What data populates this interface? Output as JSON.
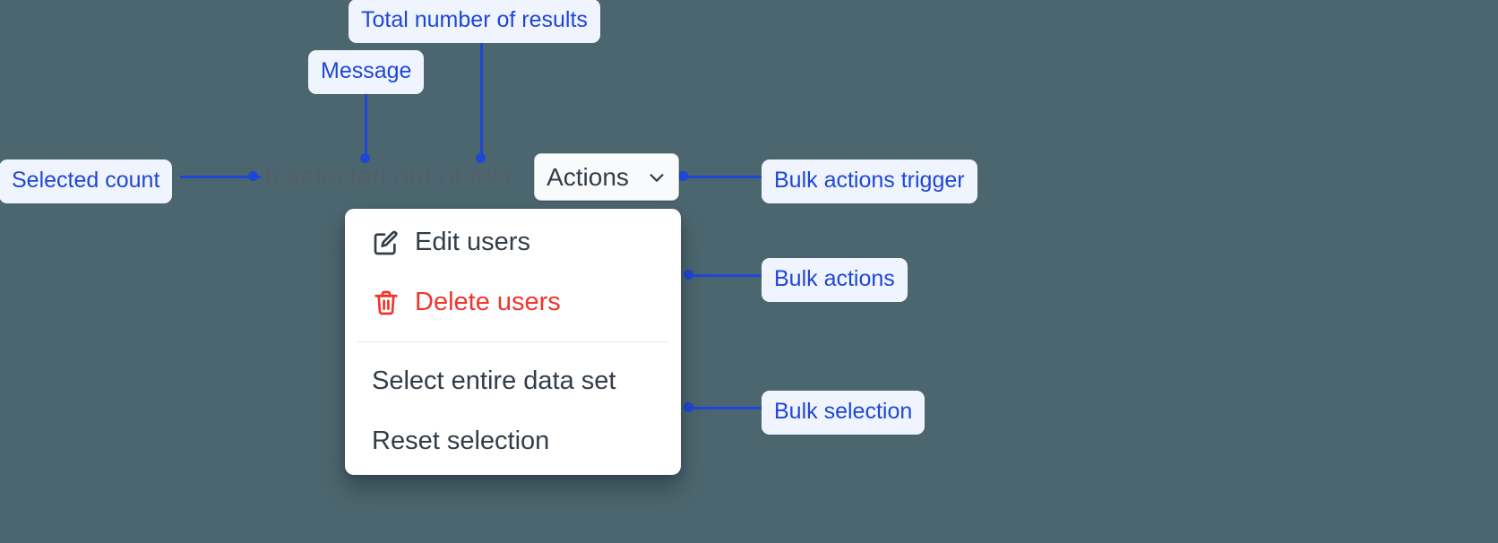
{
  "theme": {
    "background": "#4c666f",
    "annotation_color": "#1f47d6",
    "annotation_bg": "#eff4fe",
    "danger_color": "#f2342b",
    "text_color": "#333d47",
    "muted_text_color": "#525f6b"
  },
  "bulk_bar": {
    "selected_count_text": "6 selected out of ###",
    "selected_number": "6",
    "total_placeholder": "###",
    "actions_button_label": "Actions",
    "chevron_icon": "chevron-down-icon"
  },
  "menu": {
    "items": [
      {
        "label": "Edit users",
        "icon": "edit-icon",
        "danger": false
      },
      {
        "label": "Delete users",
        "icon": "trash-icon",
        "danger": true
      },
      {
        "label": "Select entire data set",
        "icon": null,
        "danger": false
      },
      {
        "label": "Reset selection",
        "icon": null,
        "danger": false
      }
    ]
  },
  "annotations": [
    {
      "id": "total-results",
      "label": "Total number of results"
    },
    {
      "id": "message",
      "label": "Message"
    },
    {
      "id": "selected-count",
      "label": "Selected count"
    },
    {
      "id": "bulk-actions-trigger",
      "label": "Bulk actions trigger"
    },
    {
      "id": "bulk-actions",
      "label": "Bulk actions"
    },
    {
      "id": "bulk-selection",
      "label": "Bulk selection"
    }
  ]
}
